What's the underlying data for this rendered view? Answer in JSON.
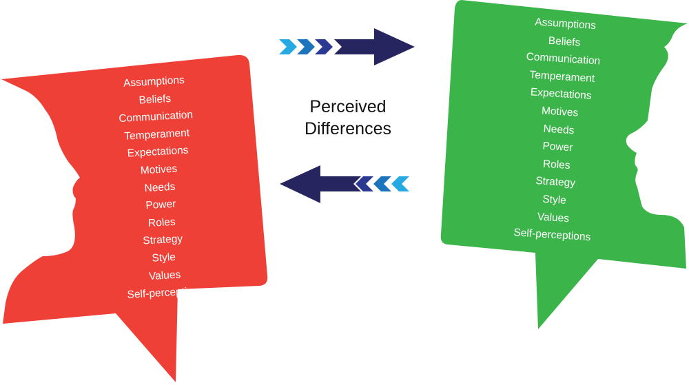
{
  "title": {
    "line1": "Perceived",
    "line2": "Differences"
  },
  "colors": {
    "left_bubble": "#ee4037",
    "right_bubble": "#3bb44a",
    "arrow_dark": "#272560",
    "chevron_1": "#27aae1",
    "chevron_2": "#1c75bc",
    "chevron_3": "#2b3990",
    "text_on_bubble": "#ffffff",
    "title_text": "#111111"
  },
  "left_person": {
    "facing": "right",
    "items": [
      "Assumptions",
      "Beliefs",
      "Communication",
      "Temperament",
      "Expectations",
      "Motives",
      "Needs",
      "Power",
      "Roles",
      "Strategy",
      "Style",
      "Values",
      "Self-perceptions"
    ]
  },
  "right_person": {
    "facing": "left",
    "items": [
      "Assumptions",
      "Beliefs",
      "Communication",
      "Temperament",
      "Expectations",
      "Motives",
      "Needs",
      "Power",
      "Roles",
      "Strategy",
      "Style",
      "Values",
      "Self-perceptions"
    ]
  },
  "arrows": {
    "top": {
      "direction": "right",
      "chevrons": 3
    },
    "bottom": {
      "direction": "left",
      "chevrons": 3
    }
  }
}
